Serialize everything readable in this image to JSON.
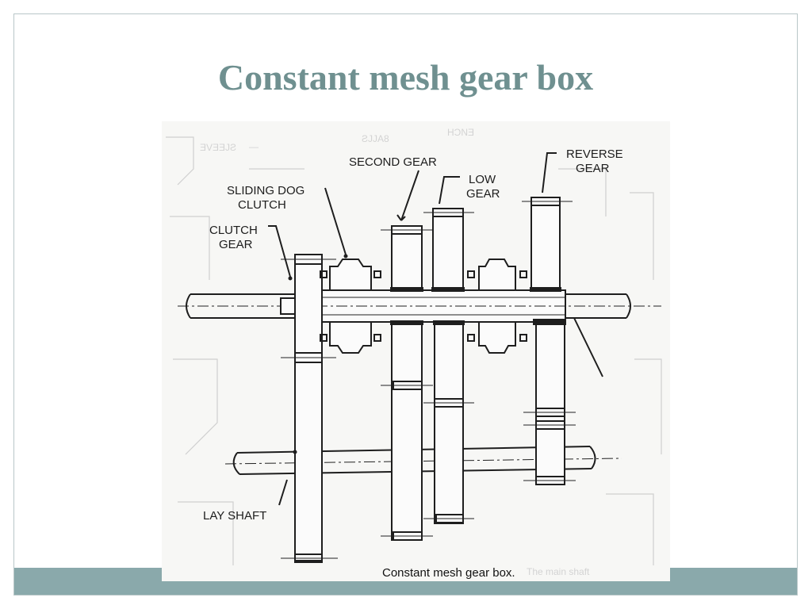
{
  "slide": {
    "title": "Constant mesh gear box",
    "title_color": "#6f9090",
    "accent_color": "#8aa9ab"
  },
  "diagram": {
    "labels": {
      "second_gear": "SECOND GEAR",
      "low_gear_1": "LOW",
      "low_gear_2": "GEAR",
      "reverse_gear_1": "REVERSE",
      "reverse_gear_2": "GEAR",
      "sliding_dog_clutch_1": "SLIDING DOG",
      "sliding_dog_clutch_2": "CLUTCH",
      "clutch_gear_1": "CLUTCH",
      "clutch_gear_2": "GEAR",
      "lay_shaft": "LAY SHAFT"
    },
    "caption": "Constant mesh gear box."
  }
}
